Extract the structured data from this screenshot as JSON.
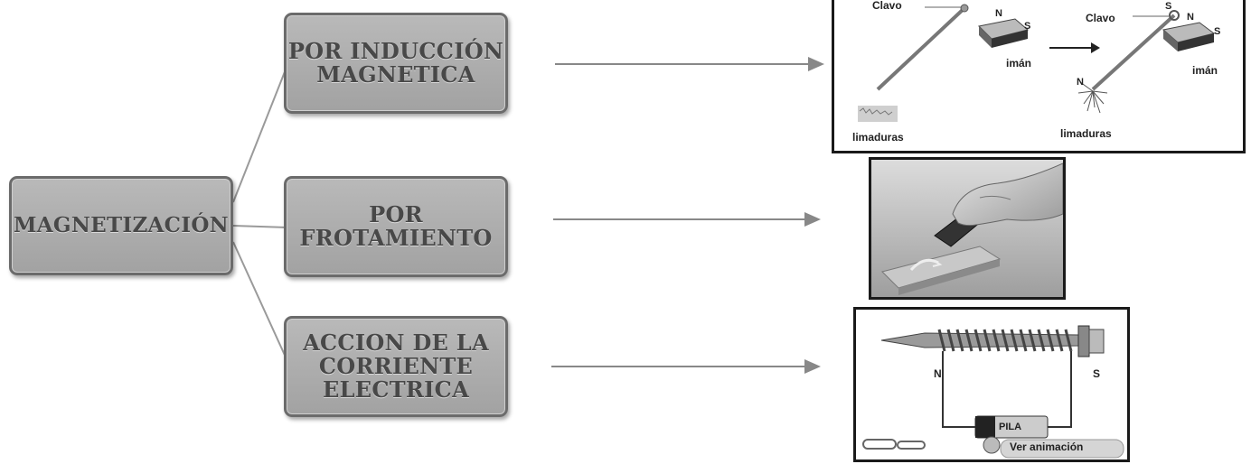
{
  "diagram": {
    "root": {
      "label": "MAGNETIZACIÓN"
    },
    "methods": [
      {
        "label": "POR INDUCCIÓN\nMAGNETICA"
      },
      {
        "label": "POR\nFROTAMIENTO"
      },
      {
        "label": "ACCION DE LA\nCORRIENTE\nELECTRICA"
      }
    ]
  },
  "images": {
    "induction": {
      "left": {
        "nail": "Clavo",
        "north": "N",
        "south": "S",
        "magnet": "imán",
        "filings": "limaduras"
      },
      "right": {
        "nail": "Clavo",
        "nail_pole": "S",
        "north": "N",
        "south": "S",
        "magnet": "imán",
        "tip_pole": "N",
        "filings": "limaduras"
      }
    },
    "friction": {},
    "current": {
      "north": "N",
      "south": "S",
      "battery": "PILA",
      "button": "Ver animación"
    }
  },
  "colors": {
    "node_fill": "#acacac",
    "node_border": "#6b6b6b",
    "node_text": "#484848",
    "connector": "#8c8c8c"
  }
}
